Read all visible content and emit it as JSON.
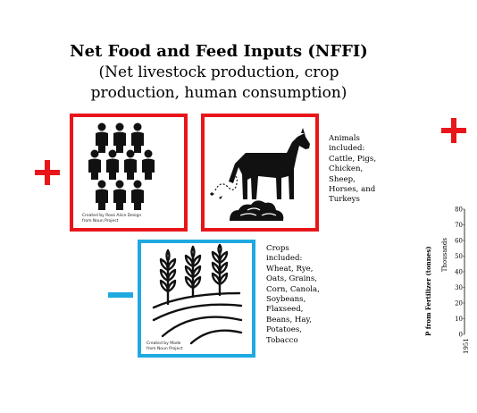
{
  "title": "Net Food and Feed Inputs (NFFI)",
  "subtitle_line1": "(Net livestock production, crop",
  "subtitle_line2": "production, human consumption)",
  "people_box": {
    "credit_line1": "Created by Rose Alice Design",
    "credit_line2": "from Noun Project",
    "icon": "people-group-icon"
  },
  "animals_box": {
    "icon": "horse-icon",
    "caption": "Animals\nincluded:\nCattle, Pigs,\nChicken,\nSheep,\nHorses, and\nTurkeys"
  },
  "crops_box": {
    "icon": "crops-field-icon",
    "credit_line1": "Created by Made",
    "credit_line2": "from Noun Project",
    "caption": "Crops\nincluded:\nWheat, Rye,\nOats, Grains,\nCorn, Canola,\nSoybeans,\nFlaxseed,\nBeans, Hay,\nPotatoes,\nTobacco"
  },
  "signs": {
    "plus_color": "#e8151b",
    "minus_color": "#1fa9e1"
  },
  "chart_data": {
    "type": "line",
    "ylabel": "P from Fertilizer (tonnes)",
    "yunit": "Thousands",
    "yticks": [
      "0",
      "10",
      "20",
      "30",
      "40",
      "50",
      "60",
      "70",
      "80"
    ],
    "ylim": [
      0,
      80
    ],
    "xticks": [
      "1951"
    ],
    "partial": true
  }
}
